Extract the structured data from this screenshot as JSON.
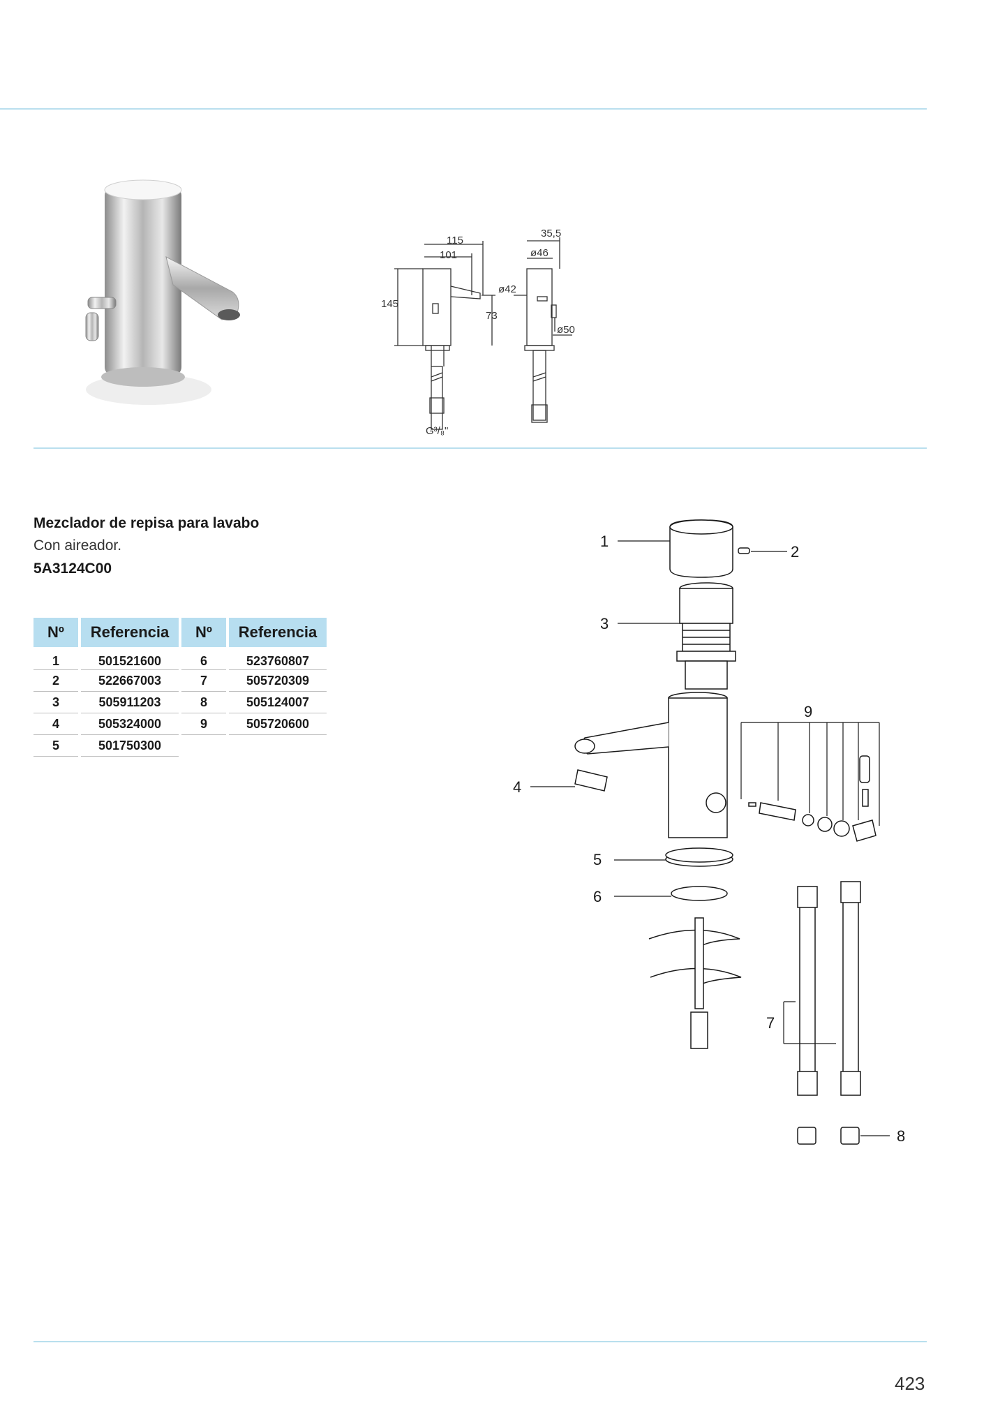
{
  "product": {
    "title": "Mezclador de repisa para lavabo",
    "subtitle": "Con aireador.",
    "code": "5A3124C00"
  },
  "dimensions": {
    "width_total": "115",
    "width_spout": "101",
    "height_total": "145",
    "height_spout": "73",
    "thread": "G³/₈\"",
    "offset": "35,5",
    "diameter_top": "ø46",
    "diameter_body": "ø42",
    "diameter_base": "ø50"
  },
  "parts_table": {
    "headers": [
      "Nº",
      "Referencia",
      "Nº",
      "Referencia"
    ],
    "rows": [
      {
        "n1": "1",
        "r1": "501521600",
        "n2": "6",
        "r2": "523760807"
      },
      {
        "n1": "2",
        "r1": "522667003",
        "n2": "7",
        "r2": "505720309"
      },
      {
        "n1": "3",
        "r1": "505911203",
        "n2": "8",
        "r2": "505124007"
      },
      {
        "n1": "4",
        "r1": "505324000",
        "n2": "9",
        "r2": "505720600"
      },
      {
        "n1": "5",
        "r1": "501750300",
        "n2": "",
        "r2": ""
      }
    ]
  },
  "exploded_labels": [
    "1",
    "2",
    "3",
    "4",
    "5",
    "6",
    "7",
    "8",
    "9"
  ],
  "page_number": "423",
  "colors": {
    "rule": "#b9dfee",
    "table_header": "#b7def0"
  }
}
